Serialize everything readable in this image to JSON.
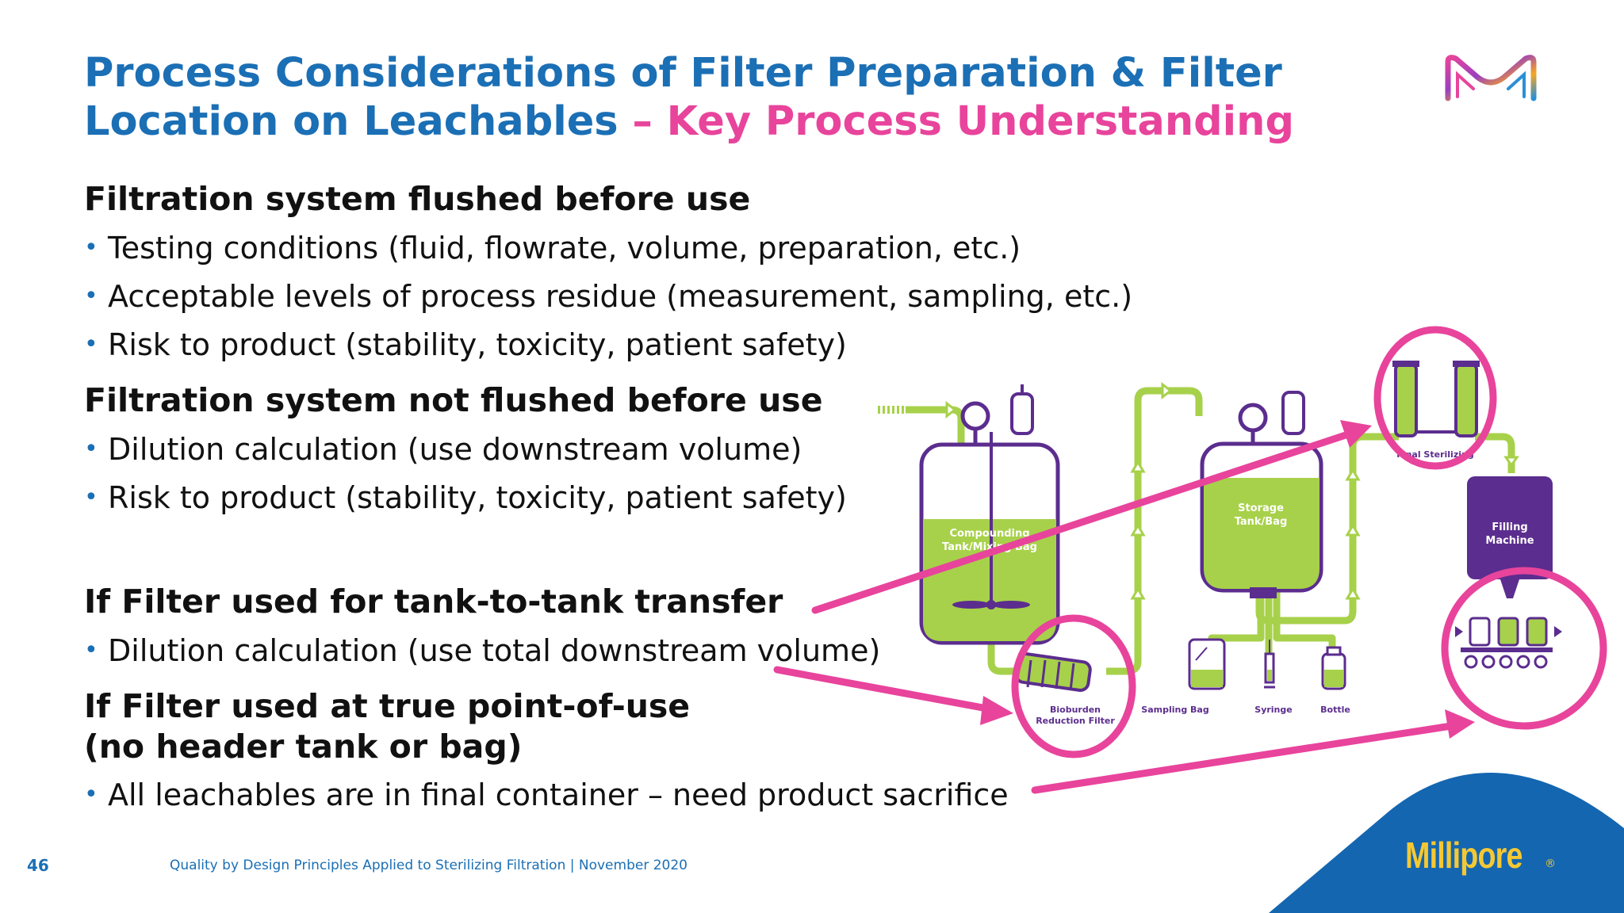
{
  "title": {
    "line1": "Process Considerations of Filter Preparation & Filter",
    "line2_main": "Location on Leachables",
    "line2_accent": "– Key Process Understanding"
  },
  "sections": [
    {
      "heading": "Filtration system flushed before use",
      "bullets": [
        "Testing conditions (fluid, flowrate, volume, preparation, etc.)",
        "Acceptable levels of process residue (measurement, sampling, etc.)",
        "Risk to product (stability, toxicity, patient safety)"
      ]
    },
    {
      "heading": "Filtration system not flushed before use",
      "bullets": [
        "Dilution calculation (use downstream volume)",
        "Risk to product (stability, toxicity, patient safety)"
      ]
    },
    {
      "heading": "If Filter used for tank-to-tank transfer",
      "bullets": [
        "Dilution calculation (use total downstream volume)"
      ]
    },
    {
      "heading_line1": "If Filter used at true point-of-use",
      "heading_line2": "(no header tank or bag)",
      "bullets": [
        "All leachables are in final container – need product sacrifice"
      ]
    }
  ],
  "diagram": {
    "compounding_label_1": "Compounding",
    "compounding_label_2": "Tank/Mixing Bag",
    "storage_label_1": "Storage",
    "storage_label_2": "Tank/Bag",
    "final_filter_label": "Final Sterilizing",
    "filling_label_1": "Filling",
    "filling_label_2": "Machine",
    "bioburden_label_1": "Bioburden",
    "bioburden_label_2": "Reduction Filter",
    "sampling_bag_label": "Sampling Bag",
    "syringe_label": "Syringe",
    "bottle_label": "Bottle"
  },
  "footer": {
    "page_number": "46",
    "text": "Quality by Design Principles Applied to Sterilizing Filtration | November 2020",
    "brand": "Millipore",
    "brand_mark": "®"
  },
  "colors": {
    "title_blue": "#1b6fb5",
    "accent_pink": "#e8449c",
    "diagram_green": "#a7d14a",
    "diagram_purple": "#5b2d8e",
    "brand_yellow": "#f5c833"
  }
}
